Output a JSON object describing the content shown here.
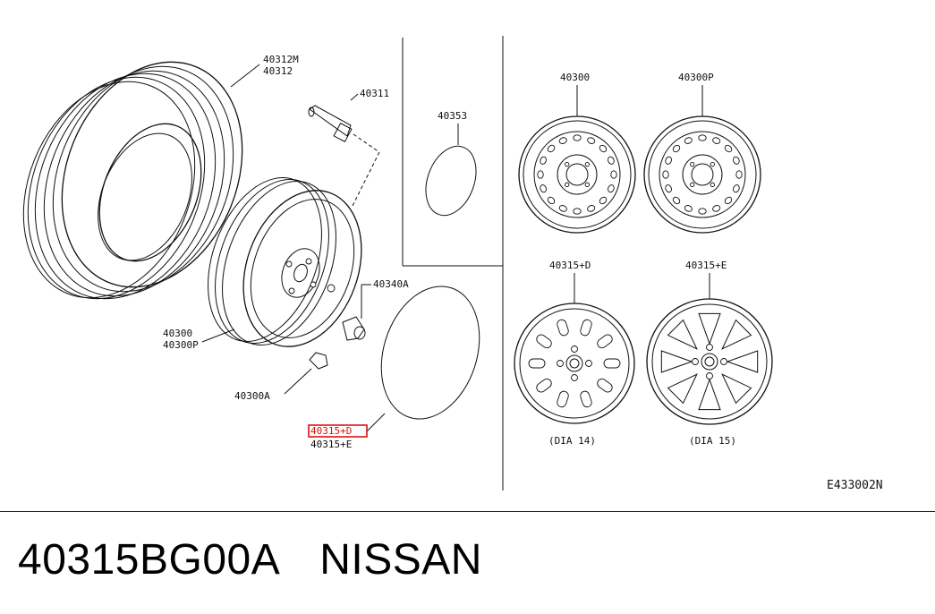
{
  "diagram": {
    "labels": {
      "tire_a": "40312M",
      "tire_b": "40312",
      "valve": "40311",
      "center_cap": "40353",
      "wheel_a": "40300",
      "wheel_b": "40300P",
      "nut": "40340A",
      "weight": "40300A",
      "cover_d_highlighted": "40315+D",
      "cover_e": "40315+E",
      "steel_wheel_a": "40300",
      "steel_wheel_b": "40300P",
      "cover_d_title": "40315+D",
      "cover_e_title": "40315+E",
      "dia14": "(DIA 14)",
      "dia15": "(DIA 15)",
      "figure_code": "E433002N"
    },
    "highlight_color": "#e01010"
  },
  "footer": {
    "part_number": "40315BG00A",
    "brand": "NISSAN"
  }
}
